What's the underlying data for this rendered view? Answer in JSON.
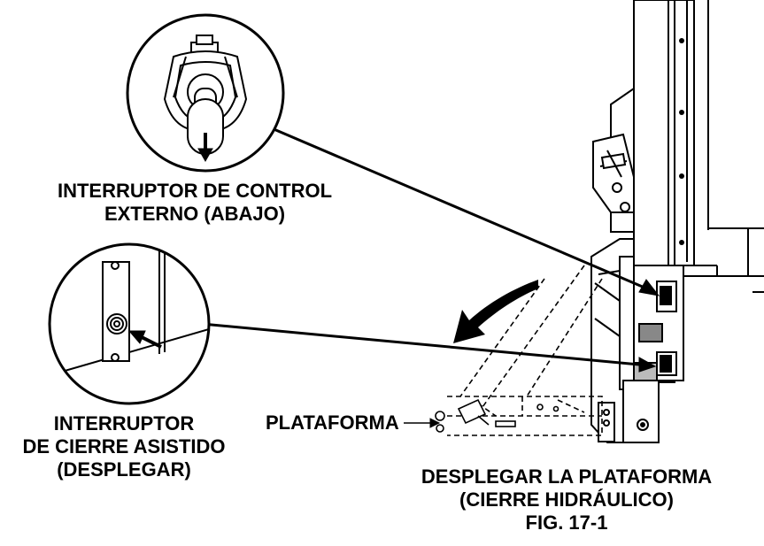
{
  "labels": {
    "external_switch_line1": "INTERRUPTOR DE CONTROL",
    "external_switch_line2": "EXTERNO (ABAJO)",
    "assist_switch_line1": "INTERRUPTOR",
    "assist_switch_line2": "DE CIERRE ASISTIDO",
    "assist_switch_line3": "(DESPLEGAR)",
    "platform": "PLATAFORMA",
    "caption_line1": "DESPLEGAR LA PLATAFORMA",
    "caption_line2": "(CIERRE HIDRÁULICO)",
    "figure_number": "FIG. 17-1"
  },
  "colors": {
    "ink": "#000000",
    "paper": "#ffffff",
    "shade": "#888888"
  }
}
